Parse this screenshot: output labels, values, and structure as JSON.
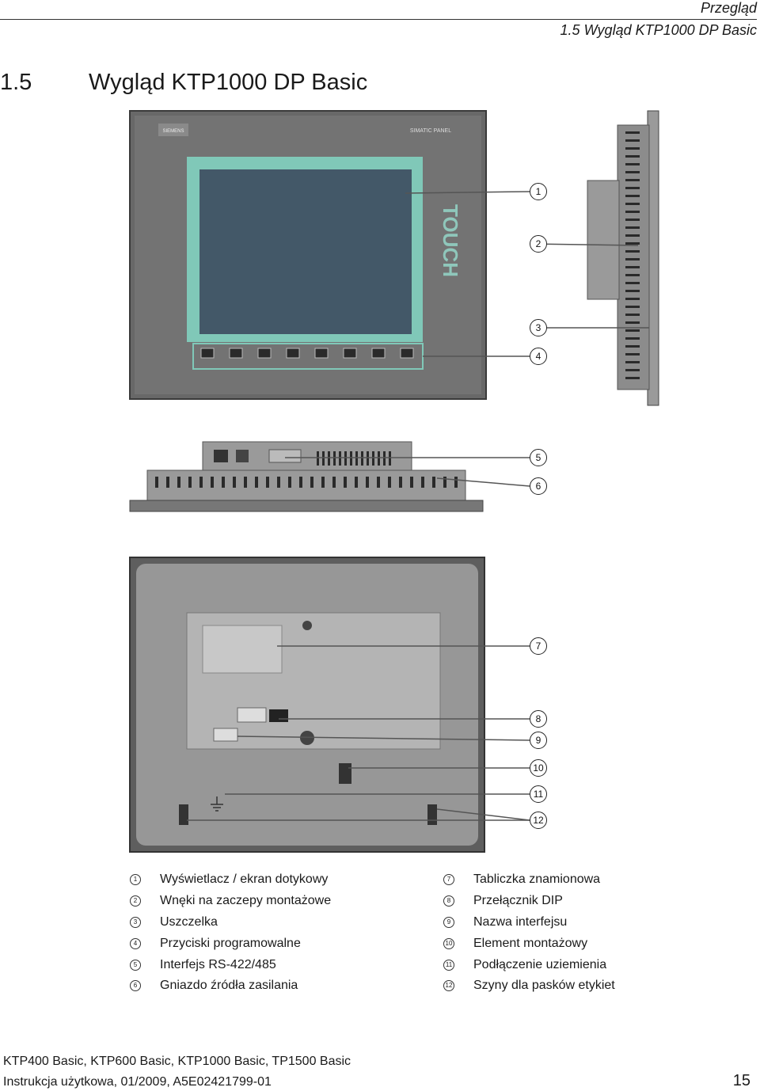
{
  "header": {
    "section": "Przegląd",
    "chapter": "1.5 Wygląd KTP1000 DP Basic"
  },
  "title": {
    "number": "1.5",
    "text": "Wygląd KTP1000 DP Basic"
  },
  "device": {
    "brand": "SIEMENS",
    "model": "SIMATIC PANEL",
    "touch_label": "TOUCH"
  },
  "callouts": [
    "1",
    "2",
    "3",
    "4",
    "5",
    "6",
    "7",
    "8",
    "9",
    "10",
    "11",
    "12"
  ],
  "legend": {
    "left": [
      {
        "num": "1",
        "text": "Wyświetlacz / ekran dotykowy"
      },
      {
        "num": "2",
        "text": "Wnęki na zaczepy montażowe"
      },
      {
        "num": "3",
        "text": "Uszczelka"
      },
      {
        "num": "4",
        "text": "Przyciski programowalne"
      },
      {
        "num": "5",
        "text": "Interfejs RS-422/485"
      },
      {
        "num": "6",
        "text": "Gniazdo źródła zasilania"
      }
    ],
    "right": [
      {
        "num": "7",
        "text": "Tabliczka znamionowa"
      },
      {
        "num": "8",
        "text": "Przełącznik DIP"
      },
      {
        "num": "9",
        "text": "Nazwa interfejsu"
      },
      {
        "num": "10",
        "text": "Element montażowy"
      },
      {
        "num": "11",
        "text": "Podłączenie uziemienia"
      },
      {
        "num": "12",
        "text": "Szyny dla pasków etykiet"
      }
    ]
  },
  "footer": {
    "line1": "KTP400 Basic, KTP600 Basic, KTP1000 Basic, TP1500 Basic",
    "line2": "Instrukcja użytkowa, 01/2009, A5E02421799-01",
    "page": "15"
  },
  "colors": {
    "bezel": "#6b6b6b",
    "screen_frame": "#7fcfc0",
    "screen": "#3f5363",
    "key_frame": "#7fcfc0",
    "key": "#2a2a2a",
    "side": "#8a8a8a",
    "back": "#8f8f8f"
  }
}
